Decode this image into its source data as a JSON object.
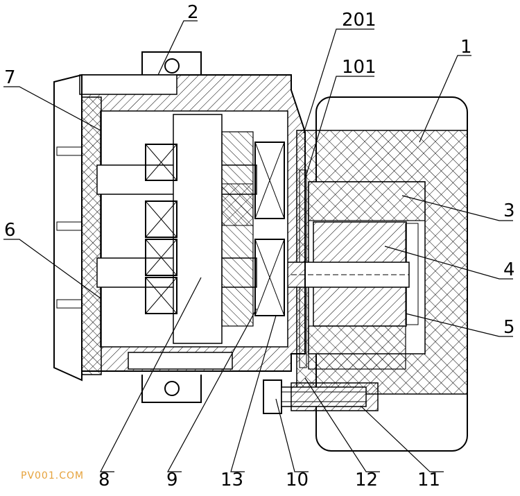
{
  "callouts": {
    "c1": "1",
    "c2": "2",
    "c201": "201",
    "c101": "101",
    "c3": "3",
    "c4": "4",
    "c5": "5",
    "c6": "6",
    "c7": "7",
    "c8": "8",
    "c9": "9",
    "c10": "10",
    "c11": "11",
    "c12": "12",
    "c13": "13"
  },
  "watermark": "PV001.COM",
  "colors": {
    "line": "#000000",
    "watermark": "#e6a23c"
  }
}
